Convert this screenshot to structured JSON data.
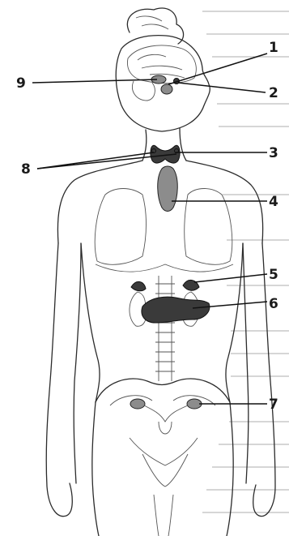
{
  "labels": [
    {
      "key": "1",
      "text": "1"
    },
    {
      "key": "2",
      "text": "2"
    },
    {
      "key": "3",
      "text": "3"
    },
    {
      "key": "4",
      "text": "4"
    },
    {
      "key": "5",
      "text": "5"
    },
    {
      "key": "6",
      "text": "6"
    },
    {
      "key": "7",
      "text": "7"
    },
    {
      "key": "8",
      "text": "8"
    },
    {
      "key": "9",
      "text": "9"
    }
  ],
  "colors": {
    "line": "#2b2b2b",
    "gland": "#3a3a3a",
    "paper": "#ffffff"
  }
}
